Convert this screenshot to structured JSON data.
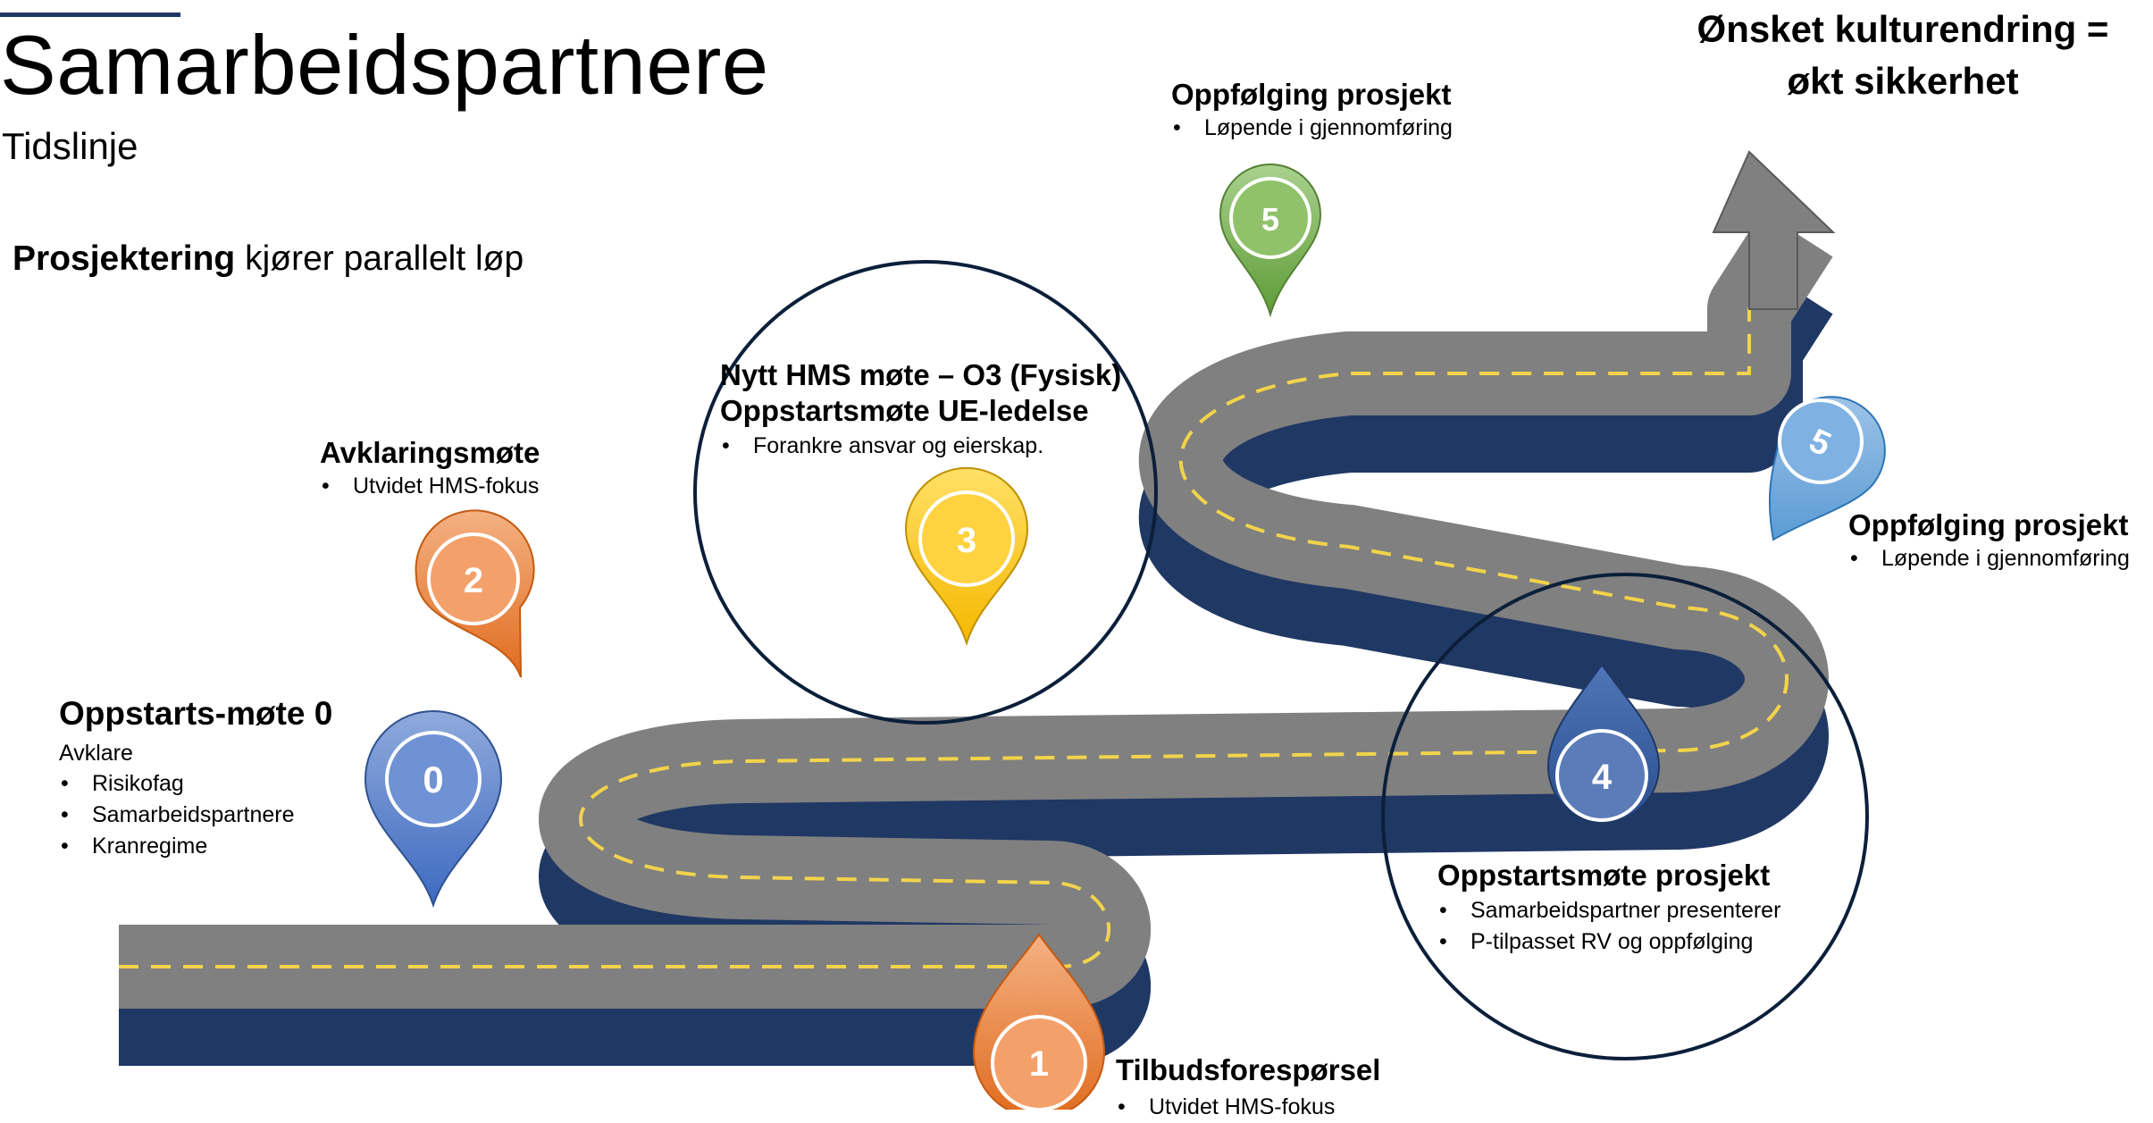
{
  "header": {
    "title": "Samarbeidspartnere",
    "subtitle": "Tidslinje"
  },
  "parallel_note": {
    "bold": "Prosjektering",
    "rest": " kjører parallelt løp"
  },
  "goal": {
    "line1": "Ønsket kulturendring =",
    "line2": "økt sikkerhet"
  },
  "colors": {
    "road": "#808080",
    "road_side": "#203864",
    "dash": "#f2d34a",
    "orange": "#ed7d31",
    "blue": "#4472c4",
    "yellow": "#ffc000",
    "green": "#70ad47",
    "light_blue": "#6fa8dc",
    "navy": "#2f5597",
    "circle_stroke": "#0b1f3a"
  },
  "markers": [
    {
      "number": "0",
      "icon": "map-pin-icon",
      "color": "blue"
    },
    {
      "number": "1",
      "icon": "drop-pin-icon",
      "color": "orange"
    },
    {
      "number": "2",
      "icon": "map-pin-icon",
      "color": "orange"
    },
    {
      "number": "3",
      "icon": "map-pin-icon",
      "color": "yellow"
    },
    {
      "number": "4",
      "icon": "drop-pin-icon",
      "color": "navy"
    },
    {
      "number": "5",
      "icon": "map-pin-icon",
      "color": "light_blue"
    },
    {
      "number": "5",
      "icon": "map-pin-icon",
      "color": "green"
    }
  ],
  "milestones": {
    "m0": {
      "title": "Oppstarts-møte 0",
      "intro": "Avklare",
      "bullets": [
        "Risikofag",
        "Samarbeidspartnere",
        "Kranregime"
      ]
    },
    "m1": {
      "title": "Tilbudsforespørsel",
      "bullets": [
        "Utvidet HMS-fokus"
      ]
    },
    "m2": {
      "title": "Avklaringsmøte",
      "bullets": [
        "Utvidet HMS-fokus"
      ]
    },
    "m3": {
      "title_line1": "Nytt HMS møte – O3 (Fysisk)",
      "title_line2": "Oppstartsmøte UE-ledelse",
      "bullets": [
        "Forankre ansvar og eierskap."
      ]
    },
    "m4": {
      "title": "Oppstartsmøte prosjekt",
      "bullets": [
        "Samarbeidspartner presenterer",
        "P-tilpasset RV og oppfølging"
      ]
    },
    "m5_right": {
      "title": "Oppfølging prosjekt",
      "bullets": [
        "Løpende i gjennomføring"
      ]
    },
    "m5_top": {
      "title": "Oppfølging prosjekt",
      "bullets": [
        "Løpende i gjennomføring"
      ]
    }
  }
}
